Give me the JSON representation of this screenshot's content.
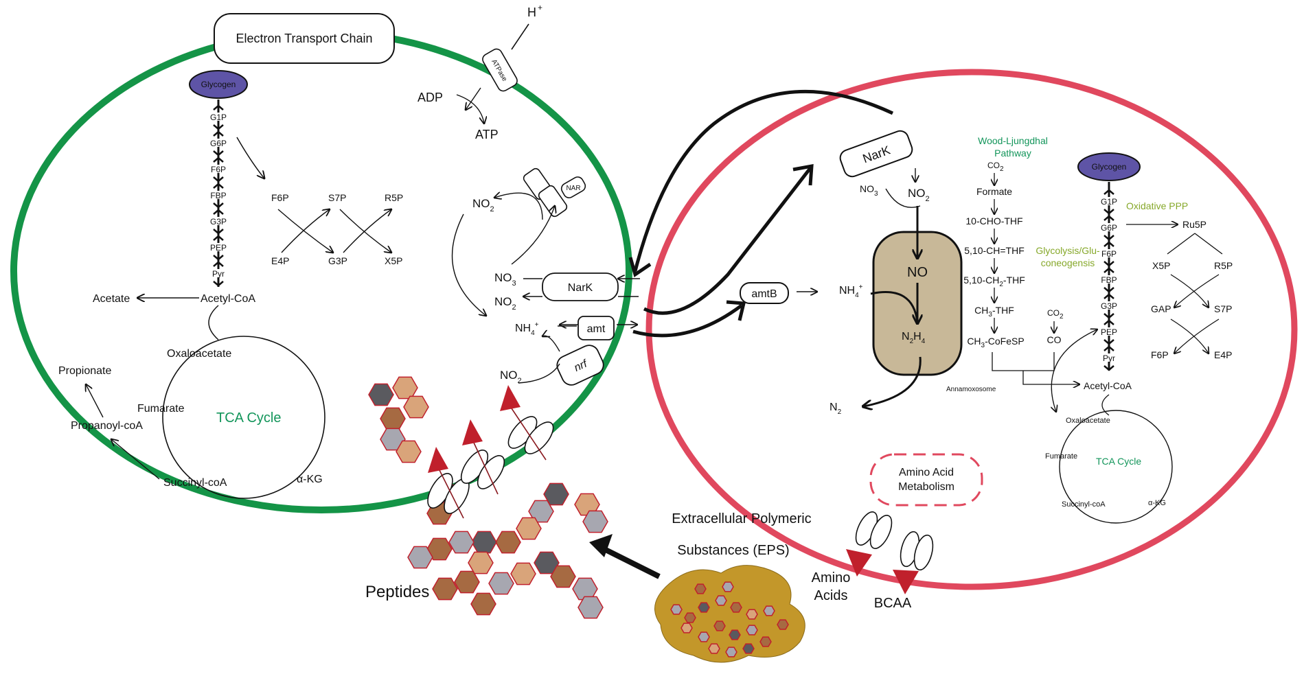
{
  "colors": {
    "left_cell": "#149447",
    "right_cell": "#e0485e",
    "glycogen": "#5e54a6",
    "annamoxosome": "#c8b898",
    "eps_blob": "#c3972a",
    "arrow_red": "#c0202c",
    "green_text": "#12955a",
    "olive_text": "#86a82a"
  },
  "left_cell": {
    "etc_label": "Electron Transport Chain",
    "glycogen": "Glycogen",
    "glycolysis_chain": [
      "G1P",
      "G6P",
      "F6P",
      "FBP",
      "G3P",
      "PEP",
      "Pyr"
    ],
    "acetyl_coa": "Acetyl-CoA",
    "acetate": "Acetate",
    "ppp": {
      "f6p": "F6P",
      "s7p": "S7P",
      "r5p": "R5P",
      "e4p": "E4P",
      "g3p": "G3P",
      "x5p": "X5P"
    },
    "tca": {
      "label": "TCA Cycle",
      "oxaloacetate": "Oxaloacetate",
      "fumarate": "Fumarate",
      "succinyl": "Succinyl-coA",
      "akg": "α-KG"
    },
    "propionate": "Propionate",
    "propanoyl": "Propanoyl-coA",
    "atpase": {
      "label": "ATPase",
      "h": "H",
      "h_sup": "+",
      "adp": "ADP",
      "atp": "ATP"
    },
    "nar": "NAR",
    "nark": "NarK",
    "amt": "amt",
    "nrf": "nrf",
    "no2_top": {
      "base": "NO",
      "sub": "2"
    },
    "no3": {
      "base": "NO",
      "sub": "3"
    },
    "no2_mid": {
      "base": "NO",
      "sub": "2"
    },
    "nh4": {
      "base": "NH",
      "sub": "4",
      "sup": "+"
    },
    "no2_bot": {
      "base": "NO",
      "sub": "2"
    }
  },
  "right_cell": {
    "nark": "NarK",
    "no3": {
      "base": "NO",
      "sub": "3"
    },
    "no2": {
      "base": "NO",
      "sub": "2"
    },
    "amtb": "amtB",
    "nh4": {
      "base": "NH",
      "sub": "4",
      "sup": "+"
    },
    "no": "NO",
    "n2h4": {
      "a": "N",
      "as": "2",
      "b": "H",
      "bs": "4"
    },
    "annamoxosome": "Annamoxosome",
    "n2": {
      "base": "N",
      "sub": "2"
    },
    "wlp": {
      "title_line1": "Wood-Ljungdhal",
      "title_line2": "Pathway",
      "co2": {
        "base": "CO",
        "sub": "2"
      },
      "formate": "Formate",
      "chothf": "10-CHO-THF",
      "chthf": "5,10-CH=THF",
      "ch2thf": {
        "pre": "5,10-CH",
        "sub": "2",
        "post": "-THF"
      },
      "ch3thf": {
        "pre": "CH",
        "sub": "3",
        "post": "-THF"
      },
      "ch3cofesp": {
        "pre": "CH",
        "sub": "3",
        "post": "-CoFeSP"
      },
      "co2b": {
        "base": "CO",
        "sub": "2"
      },
      "co": "CO"
    },
    "glycogen": "Glycogen",
    "glycolysis_chain": [
      "G1P",
      "G6P",
      "F6P",
      "FBP",
      "G3P",
      "PEP",
      "Pyr"
    ],
    "glycolysis_label_line1": "Glycolysis/Glu-",
    "glycolysis_label_line2": "coneogensis",
    "oxidative_ppp": "Oxidative PPP",
    "ppp": {
      "ru5p": "Ru5P",
      "x5p": "X5P",
      "r5p": "R5P",
      "gap": "GAP",
      "s7p": "S7P",
      "f6p": "F6P",
      "e4p": "E4P"
    },
    "acetyl_coa": "Acetyl-CoA",
    "tca": {
      "label": "TCA Cycle",
      "oxaloacetate": "Oxaloacetate",
      "fumarate": "Fumarate",
      "succinyl": "Succinyl-coA",
      "akg": "α-KG"
    },
    "amino_line1": "Amino Acid",
    "amino_line2": "Metabolism"
  },
  "outside": {
    "eps_line1": "Extracellular Polymeric",
    "eps_line2": "Substances (EPS)",
    "peptides": "Peptides",
    "amino_acids_line1": "Amino",
    "amino_acids_line2": "Acids",
    "bcaa": "BCAA"
  }
}
